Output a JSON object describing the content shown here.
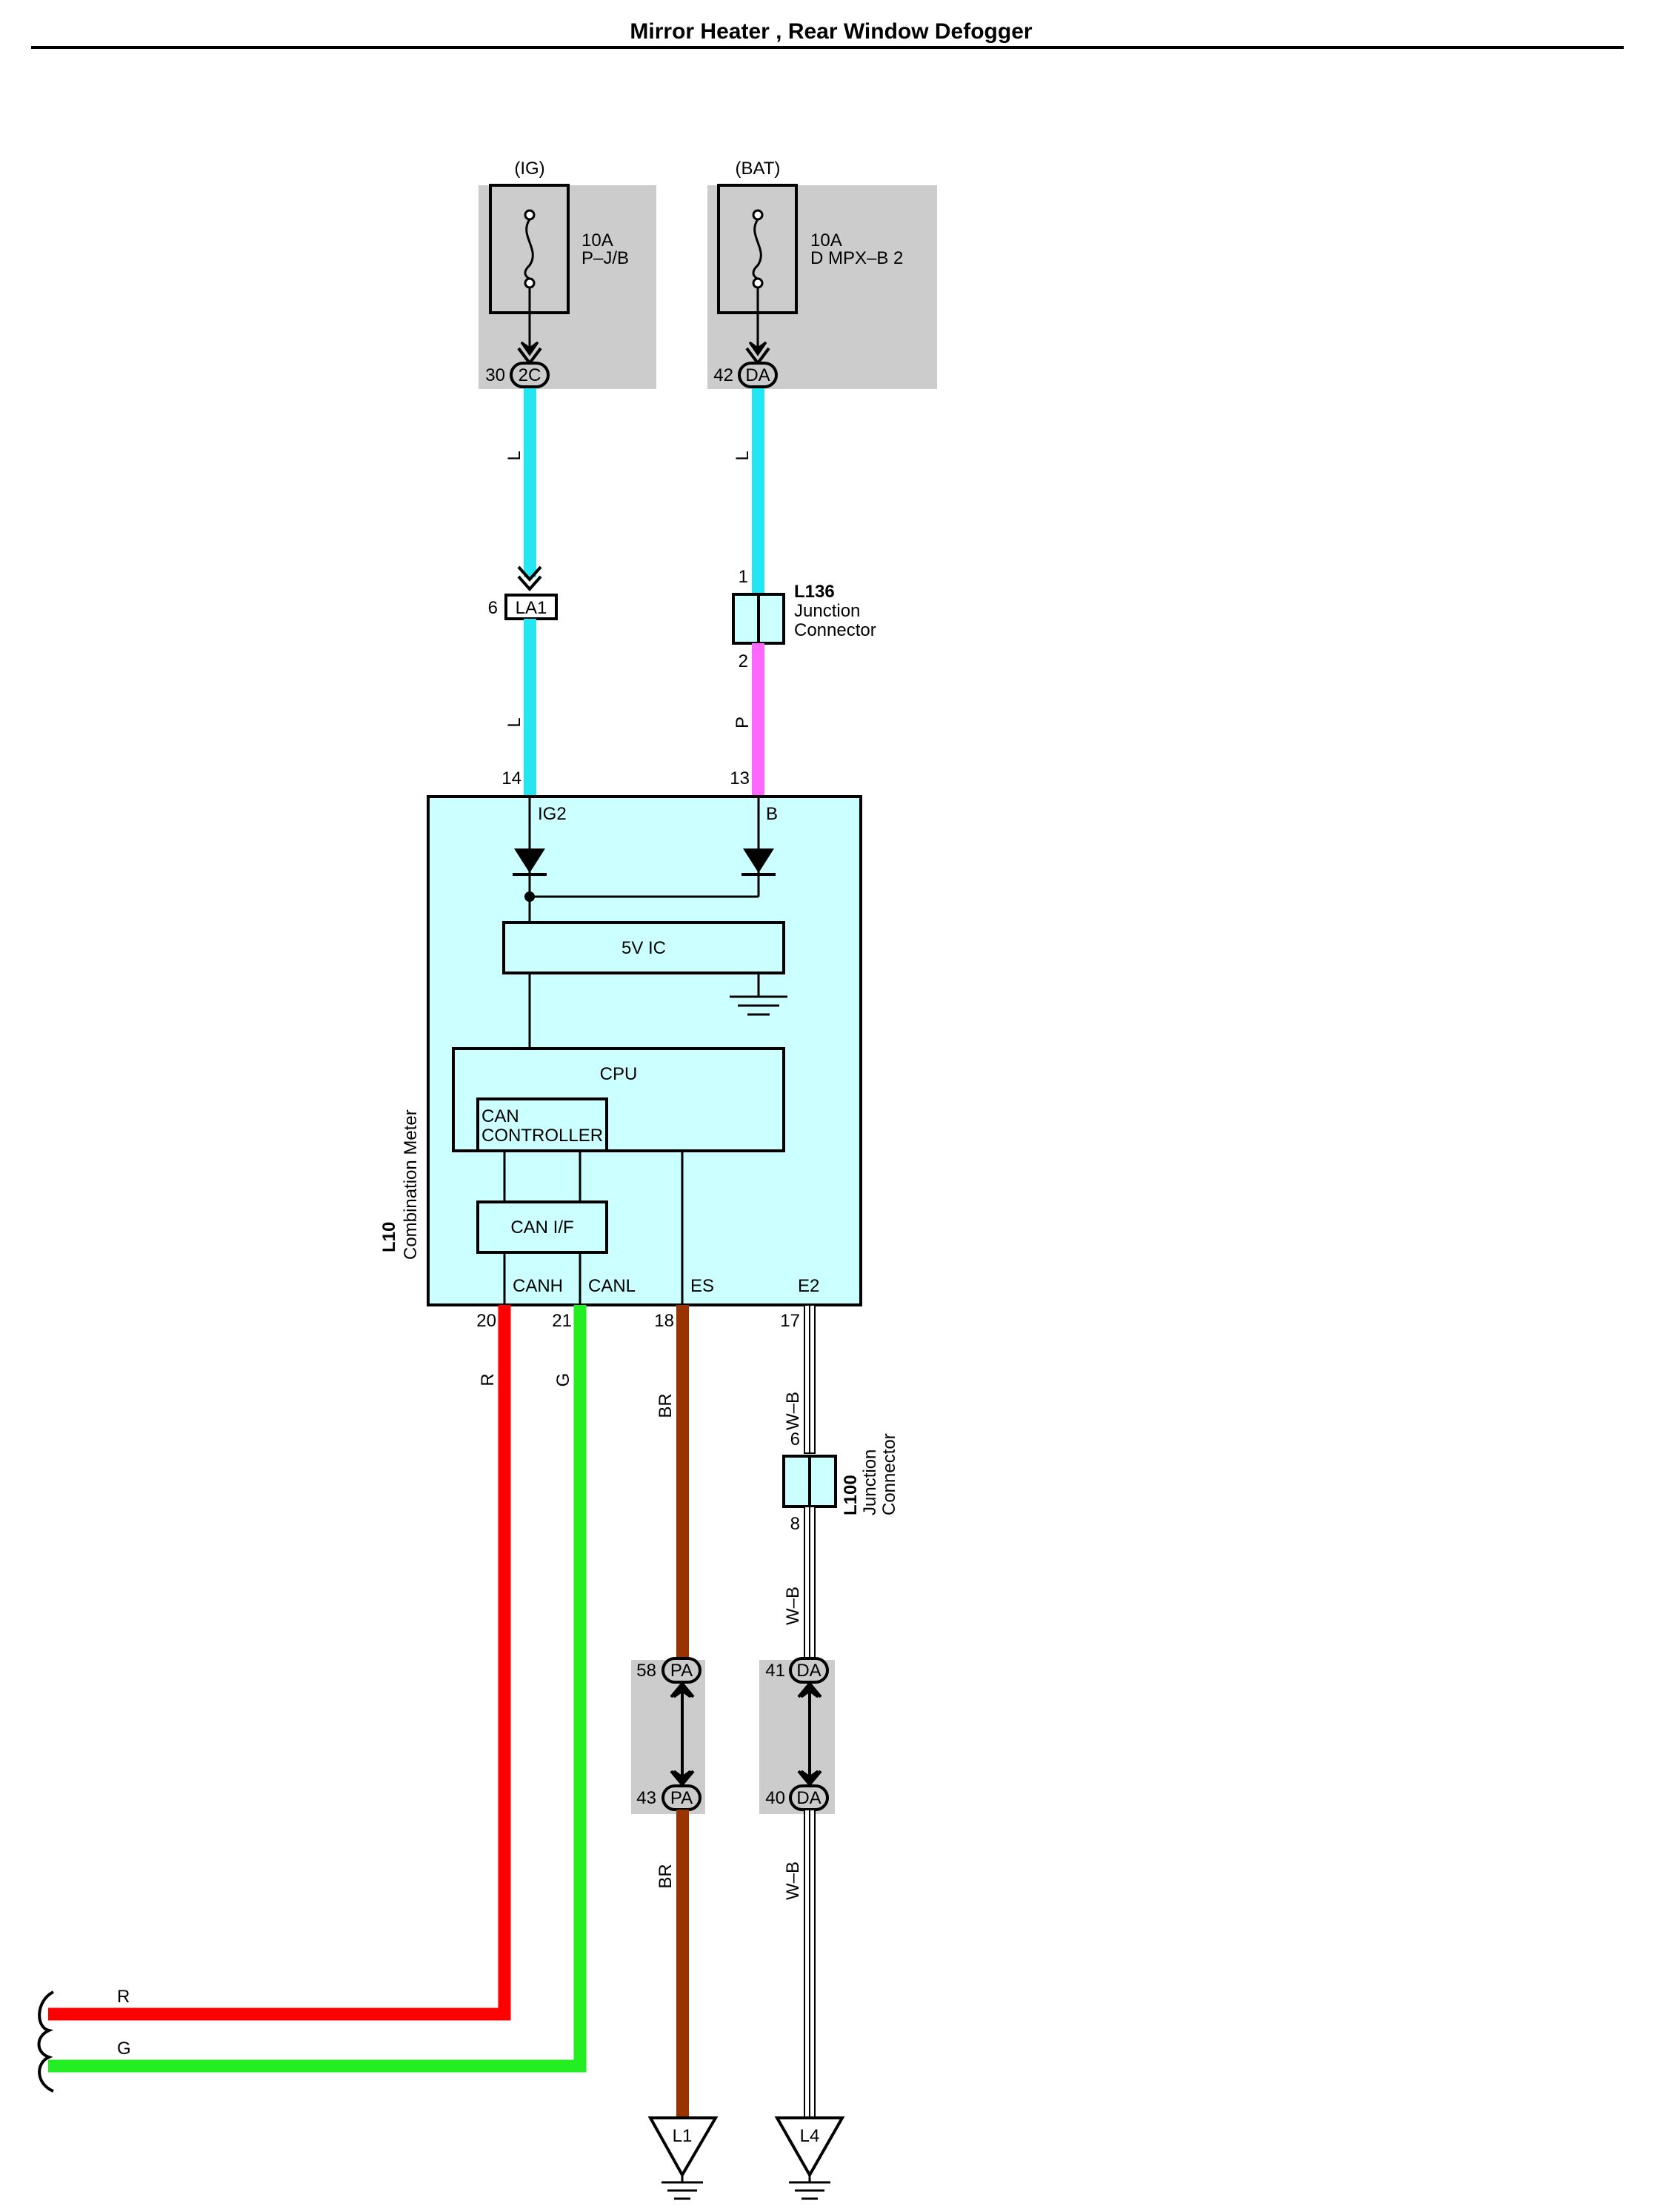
{
  "title": "Mirror Heater , Rear Window Defogger",
  "colors": {
    "wire_L": "#22e6f2",
    "wire_P": "#ff66ff",
    "wire_R": "#ff0000",
    "wire_G": "#22ee22",
    "wire_BR": "#993300",
    "wire_WB": "#ffffff",
    "component_fill": "#ccffff",
    "fuse_box_fill": "#cccccc"
  },
  "fuses": {
    "ig": {
      "source": "(IG)",
      "rating": "10A",
      "name": "P–J/B",
      "pin": "30",
      "connector": "2C"
    },
    "bat": {
      "source": "(BAT)",
      "rating": "10A",
      "name": "D MPX–B 2",
      "pin": "42",
      "connector": "DA"
    }
  },
  "connectors": {
    "la1": {
      "name": "LA1",
      "pin": "6"
    },
    "l136": {
      "id": "L136",
      "desc1": "Junction",
      "desc2": "Connector",
      "pin_top": "1",
      "pin_bottom": "2"
    },
    "l100": {
      "id": "L100",
      "desc1": "Junction",
      "desc2": "Connector",
      "pin_top": "6",
      "pin_bottom": "8"
    },
    "pa": {
      "name": "PA",
      "pin_top": "58",
      "pin_bottom": "43"
    },
    "da": {
      "name": "DA",
      "pin_top": "41",
      "pin_bottom": "40"
    }
  },
  "wires": {
    "ig_upper": "L",
    "ig_lower": "L",
    "bat_upper": "L",
    "bat_lower": "P",
    "canh": "R",
    "canl": "G",
    "es_upper": "BR",
    "es_lower": "BR",
    "e2_upper": "W–B",
    "e2_middle": "W–B",
    "e2_lower": "W–B",
    "bus_r": "R",
    "bus_g": "G"
  },
  "meter": {
    "id": "L10",
    "name": "Combination Meter",
    "ic": "5V IC",
    "cpu": "CPU",
    "can_controller_1": "CAN",
    "can_controller_2": "CONTROLLER",
    "can_if": "CAN I/F",
    "pins": {
      "ig2": {
        "label": "IG2",
        "num": "14"
      },
      "b": {
        "label": "B",
        "num": "13"
      },
      "canh": {
        "label": "CANH",
        "num": "20"
      },
      "canl": {
        "label": "CANL",
        "num": "21"
      },
      "es": {
        "label": "ES",
        "num": "18"
      },
      "e2": {
        "label": "E2",
        "num": "17"
      }
    }
  },
  "grounds": {
    "g1": "L1",
    "g2": "L4"
  }
}
